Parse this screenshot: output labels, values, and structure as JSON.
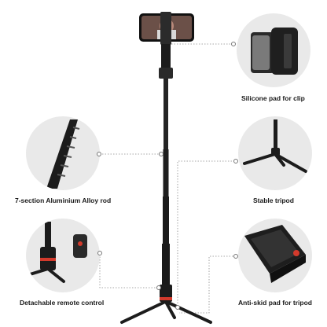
{
  "features": {
    "clip": {
      "label": "Silicone pad for clip",
      "icon": "phone-clip-icon"
    },
    "rod": {
      "label": "7-section Aluminium Alloy rod",
      "icon": "telescopic-rod-icon"
    },
    "tripod": {
      "label": "Stable tripod",
      "icon": "tripod-icon"
    },
    "remote": {
      "label": "Detachable remote control",
      "icon": "remote-control-icon"
    },
    "antiskid": {
      "label": "Anti-skid pad for tripod",
      "icon": "tripod-foot-icon"
    }
  },
  "colors": {
    "product": "#1c1c1c",
    "accent": "#d33a2c",
    "callout_bg": "#e9e9e9",
    "leader": "#8a8a8a"
  }
}
